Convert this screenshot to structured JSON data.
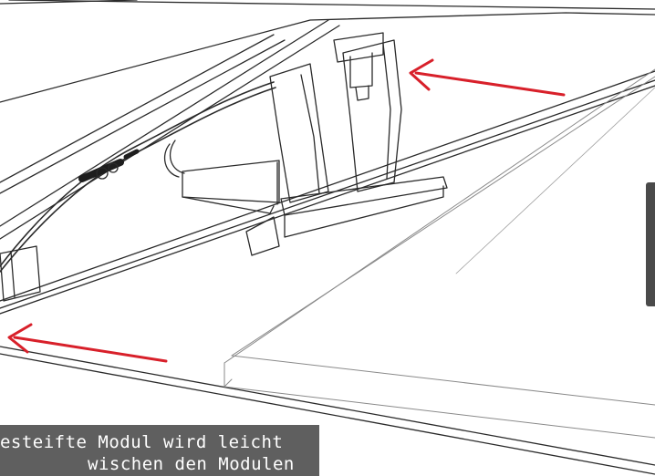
{
  "caption": {
    "line1": "gesteifte Modul wird leicht",
    "line2": "wischen den Modulen"
  },
  "colors": {
    "arrow": "#d8202a",
    "line": "#2a2a2a",
    "caption_bg": "#5f5f5f",
    "caption_text": "#ffffff"
  },
  "icons": {
    "arrow_upper": "arrow-left-icon",
    "arrow_lower": "arrow-left-icon",
    "next_tab": "next-slide-tab"
  }
}
